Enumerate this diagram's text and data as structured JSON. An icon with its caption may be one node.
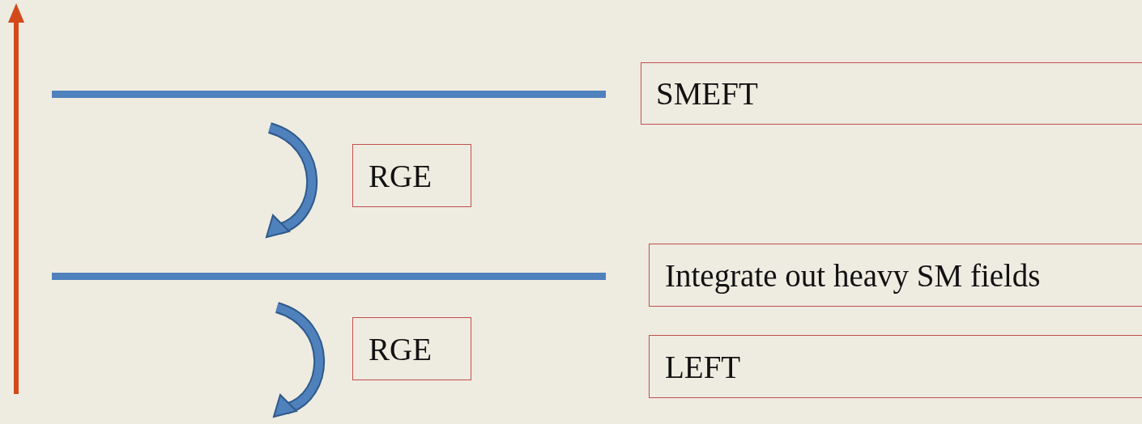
{
  "diagram": {
    "nodes": [
      {
        "text": [
          "SMEFT"
        ]
      },
      {
        "text": [
          "RGE"
        ]
      },
      {
        "text": [
          "Integrate out heavy SM fields"
        ]
      },
      {
        "text": [
          "RGE"
        ]
      },
      {
        "text": [
          "LEFT"
        ]
      }
    ]
  }
}
